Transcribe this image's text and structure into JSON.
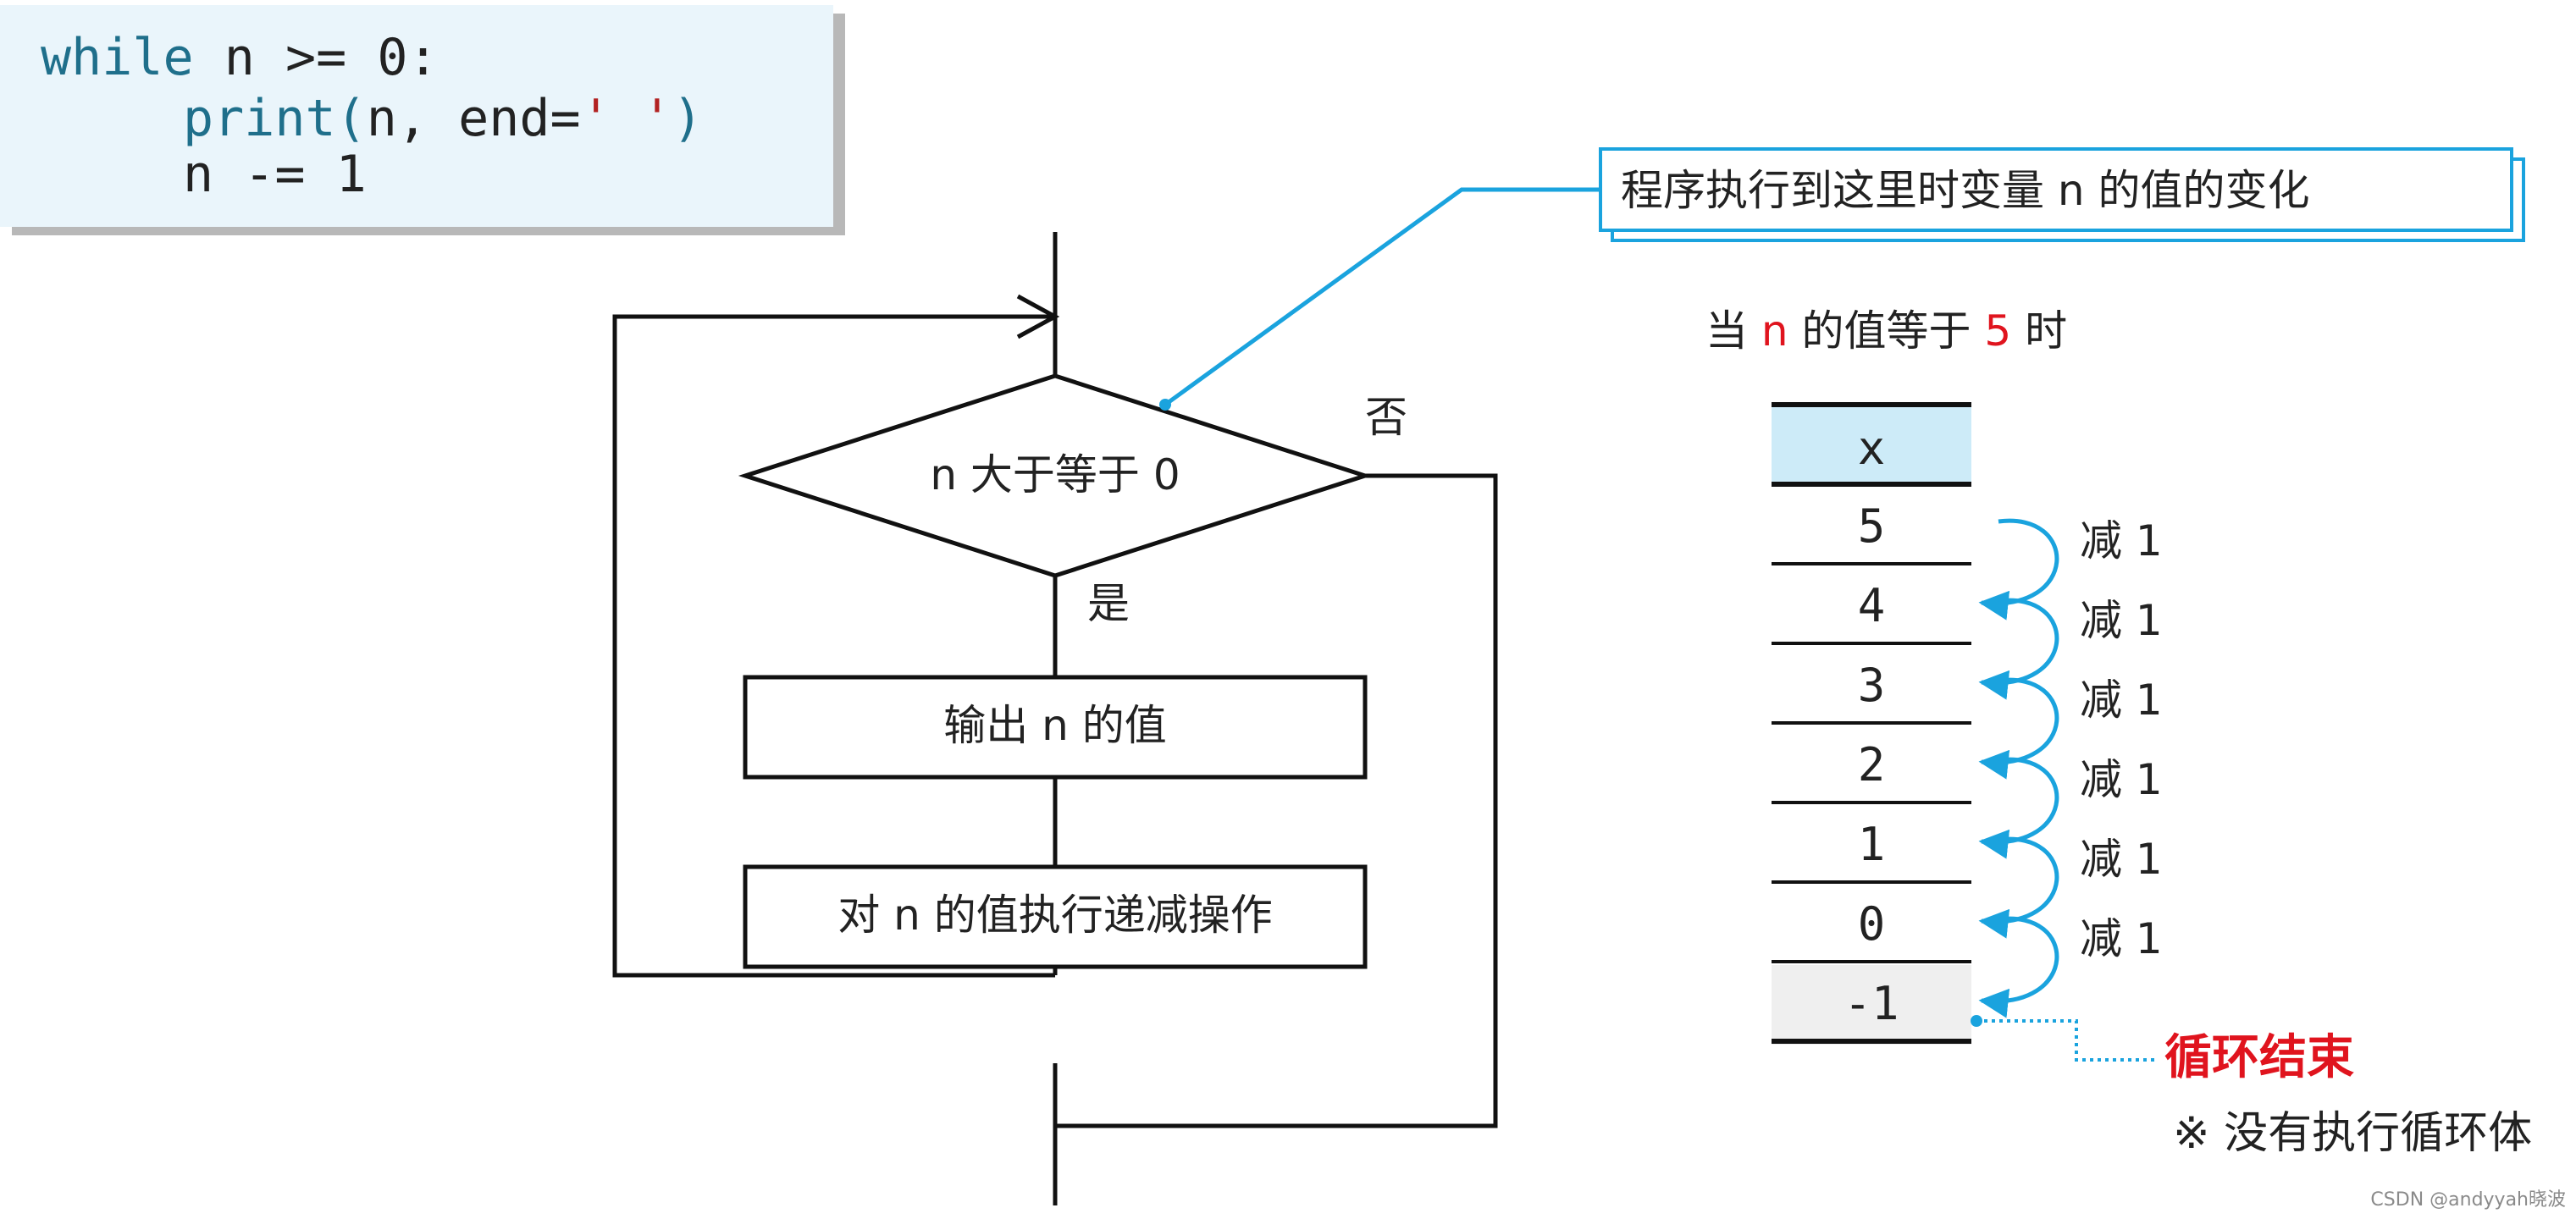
{
  "code": {
    "line1": {
      "kw": "while",
      "rest": " n >= 0:"
    },
    "line2": {
      "func": "print",
      "open": "(",
      "args": "n, end=",
      "str": "' '",
      "close": ")"
    },
    "line3": "n -= 1"
  },
  "flowchart": {
    "condition": "n 大于等于 0",
    "yes_label": "是",
    "no_label": "否",
    "step1": "输出 n 的值",
    "step2": "对 n 的值执行递减操作"
  },
  "callout": "程序执行到这里时变量 n 的值的变化",
  "table": {
    "caption": {
      "prefix": "当 ",
      "var": "n",
      "middle": " 的值等于 ",
      "value": "5",
      "suffix": " 时"
    },
    "header": "x",
    "values": [
      "5",
      "4",
      "3",
      "2",
      "1",
      "0",
      "-1"
    ],
    "step_label": "减 1"
  },
  "end_label": "循环结束",
  "note": "※ 没有执行循环体",
  "watermark": "CSDN @andyyah晓波",
  "colors": {
    "code_bg": "#eaf5fb",
    "keyword": "#1f6f8b",
    "string": "#b22222",
    "accent_blue": "#1aa3de",
    "header_fill": "#cdebf8",
    "last_fill": "#efefef",
    "red": "#e0141e"
  }
}
